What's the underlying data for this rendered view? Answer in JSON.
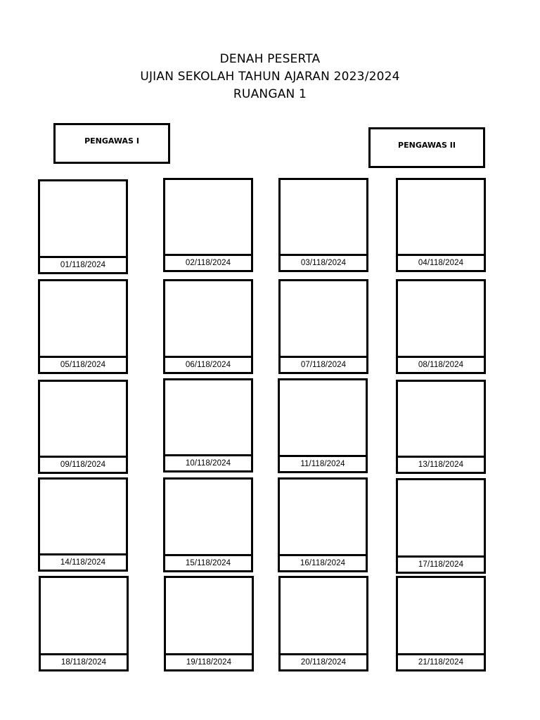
{
  "header": {
    "line1": "DENAH PESERTA",
    "line2": "UJIAN SEKOLAH TAHUN AJARAN 2023/2024",
    "line3": "RUANGAN 1"
  },
  "supervisors": {
    "first": "PENGAWAS I",
    "second": "PENGAWAS II"
  },
  "seats": [
    "01/118/2024",
    "02/118/2024",
    "03/118/2024",
    "04/118/2024",
    "05/118/2024",
    "06/118/2024",
    "07/118/2024",
    "08/118/2024",
    "09/118/2024",
    "10/118/2024",
    "11/118/2024",
    "13/118/2024",
    "14/118/2024",
    "15/118/2024",
    "16/118/2024",
    "17/118/2024",
    "18/118/2024",
    "19/118/2024",
    "20/118/2024",
    "21/118/2024"
  ]
}
